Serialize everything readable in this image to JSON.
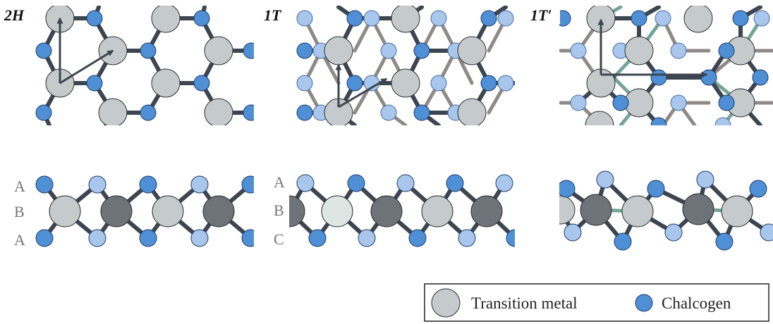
{
  "panels": [
    {
      "label": "2H",
      "stacking": [
        "A",
        "B",
        "A"
      ]
    },
    {
      "label": "1T",
      "stacking": [
        "A",
        "B",
        "C"
      ]
    },
    {
      "label": "1T′",
      "stacking": []
    }
  ],
  "legend": {
    "metal_label": "Transition metal",
    "chalcogen_label": "Chalcogen"
  },
  "colors": {
    "bond": "#3d4650",
    "bond_light": "#8f8a87",
    "bond_teal": "#74a39a",
    "metal": "#c5cacc",
    "metal_dark": "#6d7378",
    "metal_pale": "#dde6e2",
    "chalcogen": "#4f8fd6",
    "chalcogen_light": "#a9c6ec",
    "arrow": "#3d4650"
  }
}
